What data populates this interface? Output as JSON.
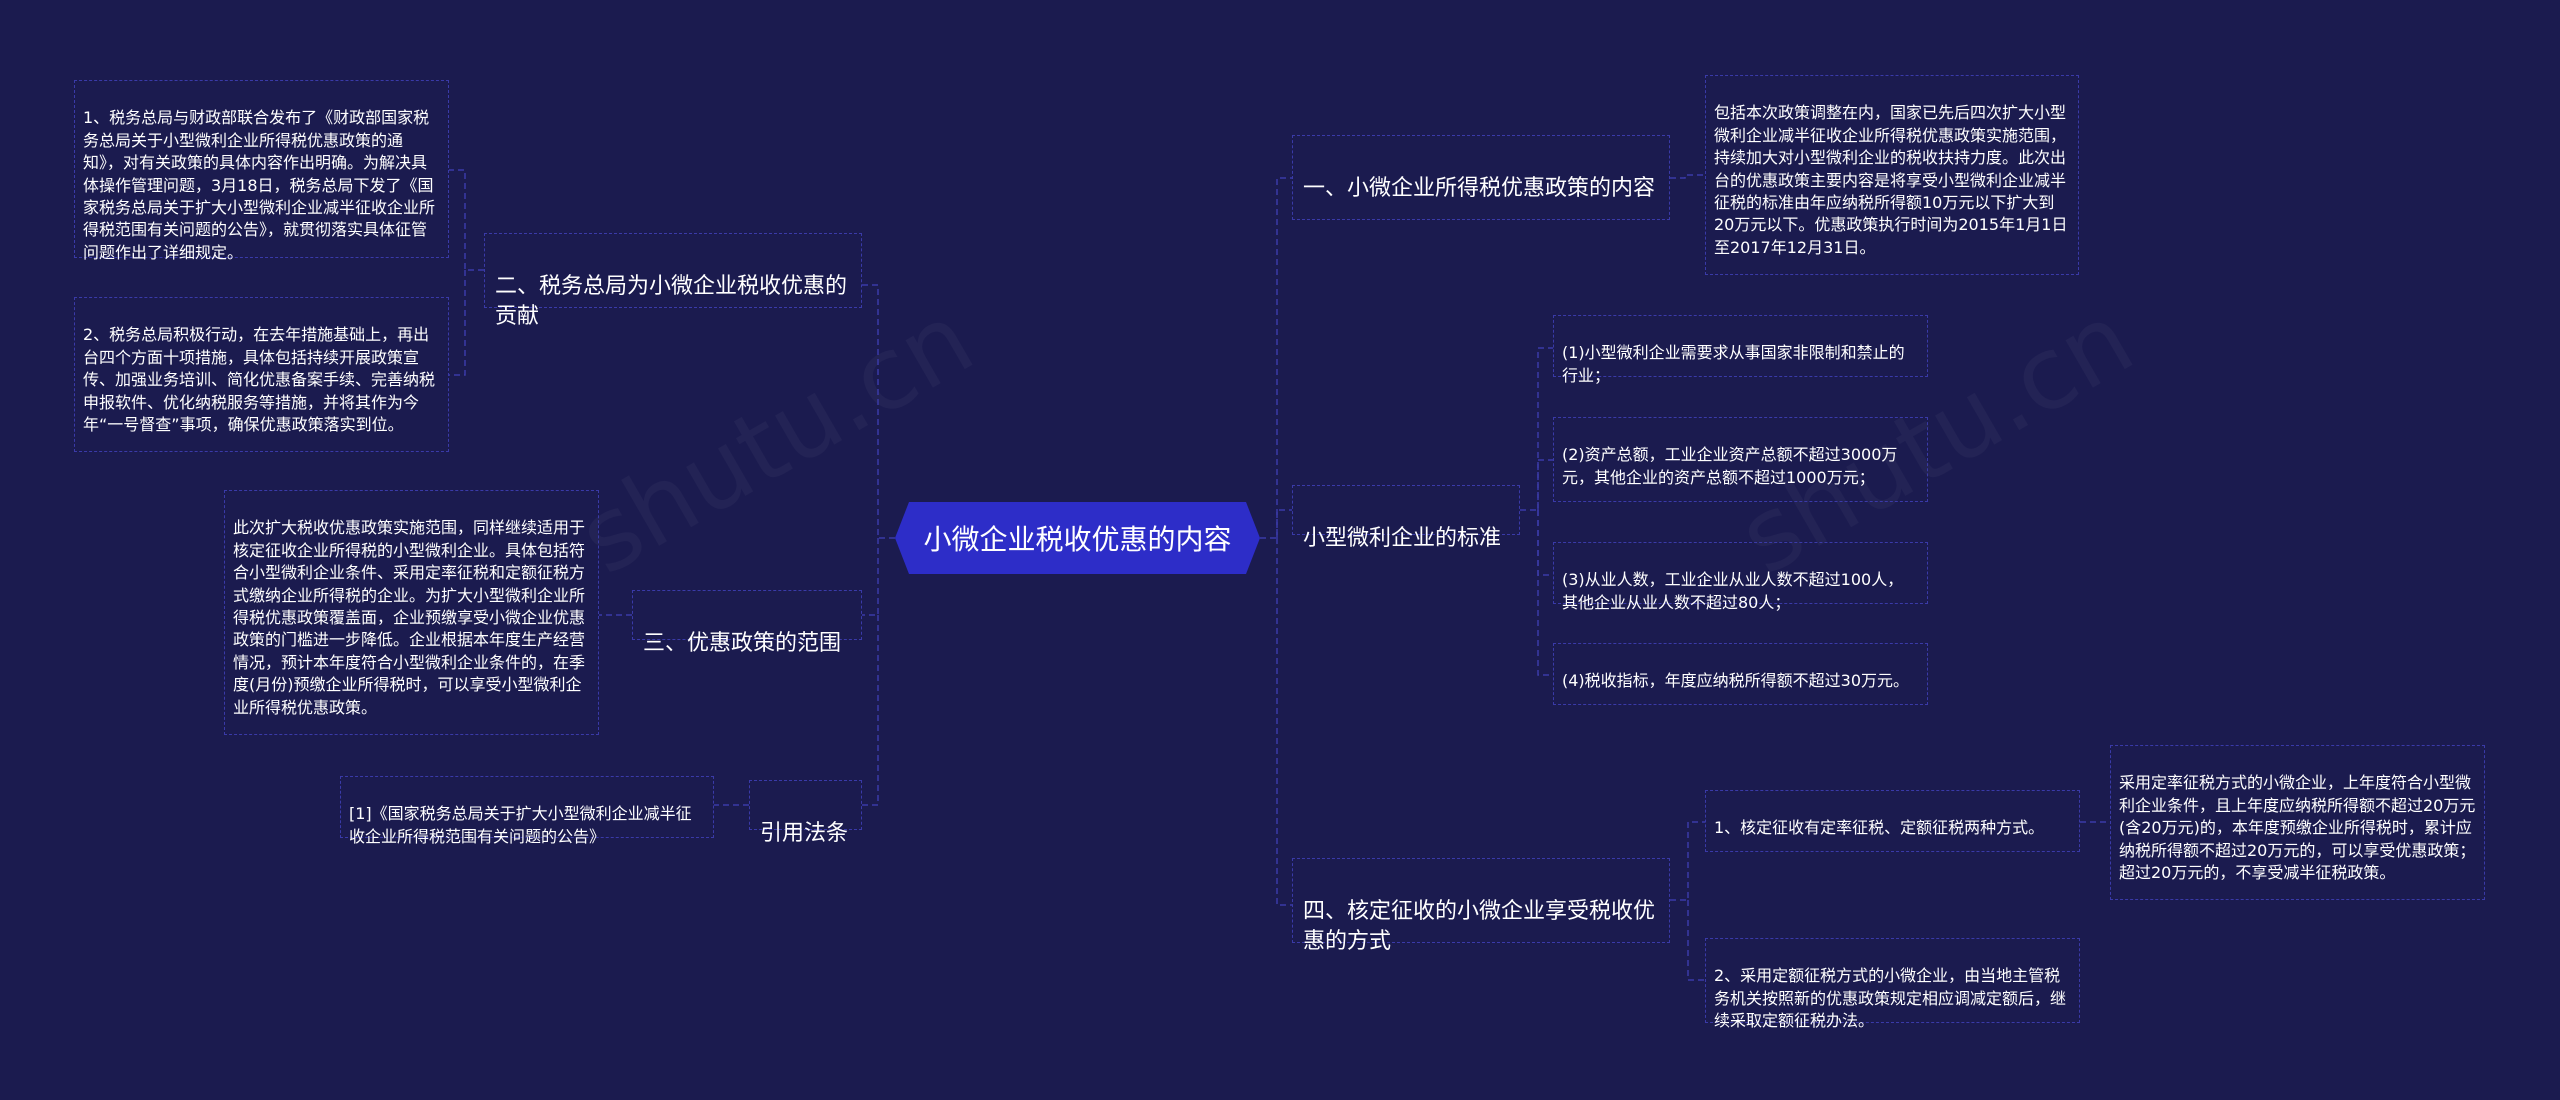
{
  "root": "小微企业税收优惠的内容",
  "left": [
    {
      "label": "二、税务总局为小微企业税收优惠的贡献",
      "children": [
        "1、税务总局与财政部联合发布了《财政部国家税务总局关于小型微利企业所得税优惠政策的通知》，对有关政策的具体内容作出明确。为解决具体操作管理问题，3月18日，税务总局下发了《国家税务总局关于扩大小型微利企业减半征收企业所得税范围有关问题的公告》，就贯彻落实具体征管问题作出了详细规定。",
        "2、税务总局积极行动，在去年措施基础上，再出台四个方面十项措施，具体包括持续开展政策宣传、加强业务培训、简化优惠备案手续、完善纳税申报软件、优化纳税服务等措施，并将其作为今年“一号督查”事项，确保优惠政策落实到位。"
      ]
    },
    {
      "label": "三、优惠政策的范围",
      "children": [
        "此次扩大税收优惠政策实施范围，同样继续适用于核定征收企业所得税的小型微利企业。具体包括符合小型微利企业条件、采用定率征税和定额征税方式缴纳企业所得税的企业。为扩大小型微利企业所得税优惠政策覆盖面，企业预缴享受小微企业优惠政策的门槛进一步降低。企业根据本年度生产经营情况，预计本年度符合小型微利企业条件的，在季度(月份)预缴企业所得税时，可以享受小型微利企业所得税优惠政策。"
      ]
    },
    {
      "label": "引用法条",
      "children": [
        "[1]《国家税务总局关于扩大小型微利企业减半征收企业所得税范围有关问题的公告》"
      ]
    }
  ],
  "right": [
    {
      "label": "一、小微企业所得税优惠政策的内容",
      "children": [
        "包括本次政策调整在内，国家已先后四次扩大小型微利企业减半征收企业所得税优惠政策实施范围，持续加大对小型微利企业的税收扶持力度。此次出台的优惠政策主要内容是将享受小型微利企业减半征税的标准由年应纳税所得额10万元以下扩大到20万元以下。优惠政策执行时间为2015年1月1日至2017年12月31日。"
      ]
    },
    {
      "label": "小型微利企业的标准",
      "children": [
        "(1)小型微利企业需要求从事国家非限制和禁止的行业；",
        "(2)资产总额，工业企业资产总额不超过3000万元，其他企业的资产总额不超过1000万元；",
        "(3)从业人数，工业企业从业人数不超过100人，其他企业从业人数不超过80人；",
        "(4)税收指标，年度应纳税所得额不超过30万元。"
      ]
    },
    {
      "label": "四、核定征收的小微企业享受税收优惠的方式",
      "children": [
        "1、核定征收有定率征税、定额征税两种方式。",
        "2、采用定额征税方式的小微企业，由当地主管税务机关按照新的优惠政策规定相应调减定额后，继续采取定额征税办法。"
      ],
      "grandchild": "采用定率征税方式的小微企业，上年度符合小型微利企业条件，且上年度应纳税所得额不超过20万元(含20万元)的，本年度预缴企业所得税时，累计应纳税所得额不超过20万元的，可以享受优惠政策；超过20万元的，不享受减半征税政策。"
    }
  ],
  "colors": {
    "background": "#1b1b4f",
    "root": "#2d2dc8",
    "line": "#3a3aa8"
  }
}
